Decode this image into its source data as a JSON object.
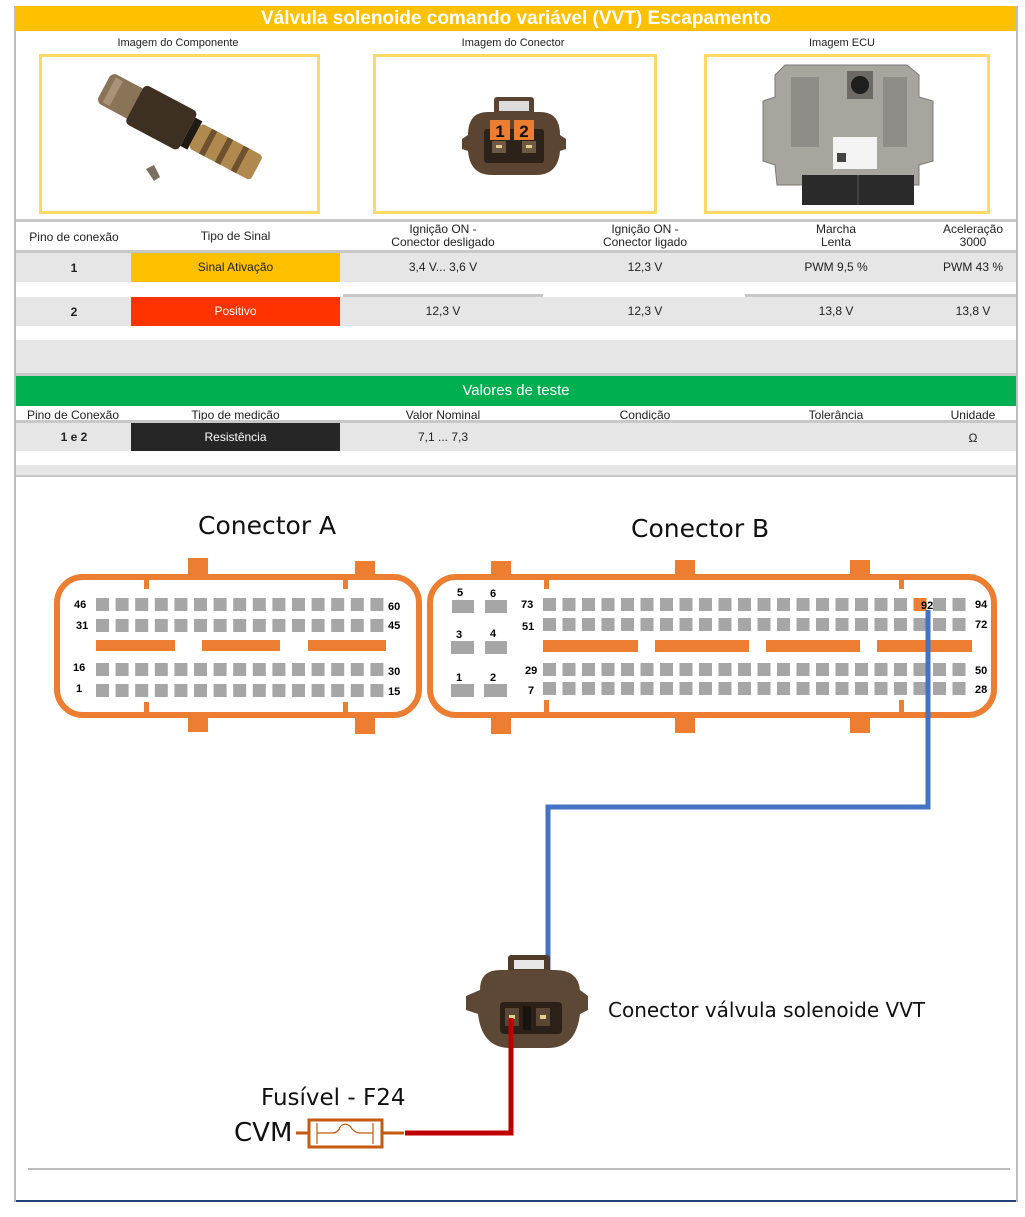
{
  "header": {
    "title": "Válvula solenoide comando variável (VVT) Escapamento",
    "title_color": "#ffc000"
  },
  "images": {
    "component_label": "Imagem do Componente",
    "connector_label": "Imagem do Conector",
    "ecu_label": "Imagem ECU",
    "connector_pins": [
      "1",
      "2"
    ]
  },
  "signal_table": {
    "headers": {
      "pin": "Pino de conexão",
      "signal_type": "Tipo de Sinal",
      "ign_off_line1": "Ignição ON -",
      "ign_off_line2": "Conector desligado",
      "ign_on_line1": "Ignição ON -",
      "ign_on_line2": "Conector ligado",
      "idle_line1": "Marcha",
      "idle_line2": "Lenta",
      "accel_line1": "Aceleração",
      "accel_line2": "3000"
    },
    "rows": [
      {
        "pin": "1",
        "signal_type": "Sinal Ativação",
        "signal_color": "#ffc000",
        "ign_off": "3,4 V... 3,6 V",
        "ign_on": "12,3 V",
        "idle": "PWM 9,5 %",
        "accel": "PWM  43 %"
      },
      {
        "pin": "2",
        "signal_type": "Positivo",
        "signal_color": "#ff3300",
        "ign_off": "12,3 V",
        "ign_on": "12,3 V",
        "idle": "13,8 V",
        "accel": "13,8 V"
      }
    ]
  },
  "test_values": {
    "title": "Valores de teste",
    "headers": {
      "pin": "Pino de Conexão",
      "measurement": "Tipo de medição",
      "nominal": "Valor Nominal",
      "condition": "Condição",
      "tolerance": "Tolerância",
      "unit": "Unidade"
    },
    "rows": [
      {
        "pin": "1 e 2",
        "measurement": "Resistência",
        "nominal": "7,1 ... 7,3",
        "condition": "",
        "tolerance": "",
        "unit": "Ω"
      }
    ]
  },
  "diagram": {
    "connector_a": {
      "title": "Conector A",
      "row_labels_left": [
        "46",
        "31",
        "16",
        "1"
      ],
      "row_labels_right": [
        "60",
        "45",
        "30",
        "15"
      ]
    },
    "connector_b": {
      "title": "Conector B",
      "small_pins": [
        "5",
        "6",
        "3",
        "4",
        "1",
        "2"
      ],
      "row_labels_left": [
        "73",
        "51",
        "29",
        "7"
      ],
      "row_labels_right": [
        "94",
        "72",
        "50",
        "28"
      ],
      "highlight_pin": "92"
    },
    "solenoid_connector_label": "Conector válvula solenoide VVT",
    "fuse_label": "Fusível - F24",
    "source_label": "CVM",
    "wire_colors": {
      "signal": "#4472c4",
      "power": "#c00000",
      "connector": "#ed7d31"
    }
  }
}
